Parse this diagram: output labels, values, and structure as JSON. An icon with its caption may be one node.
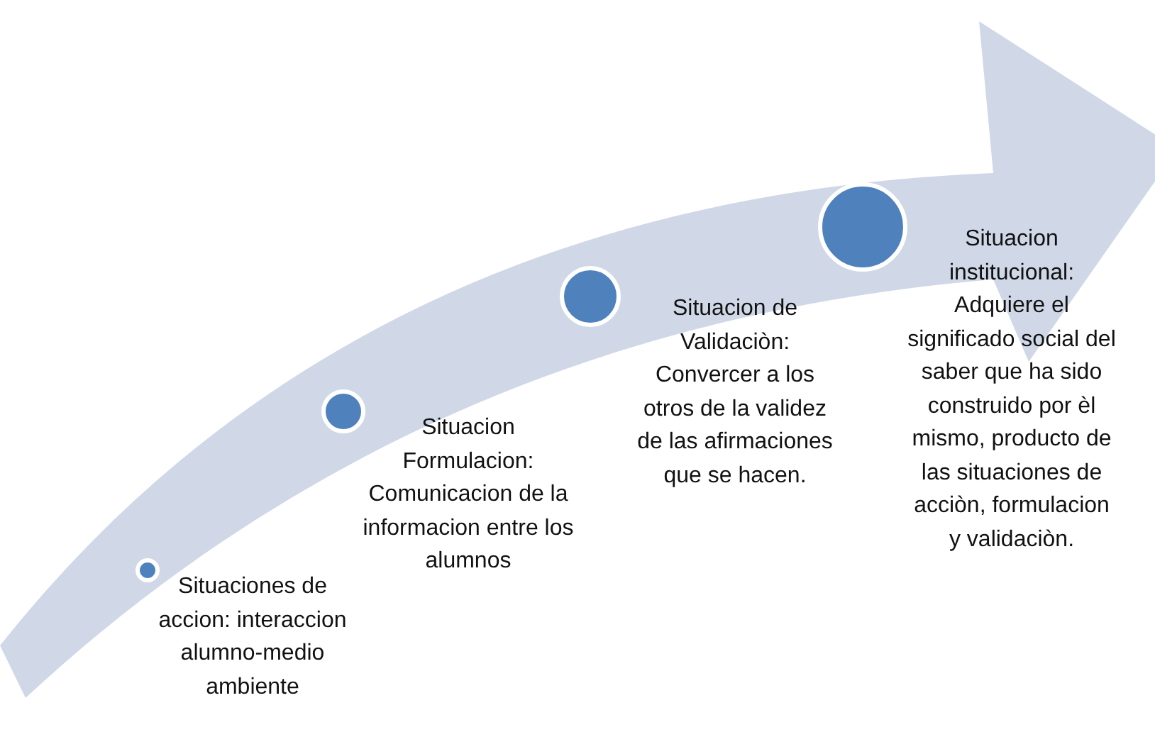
{
  "diagram": {
    "nodes": [
      {
        "text": [],
        "shape": "circle",
        "beside": [
          "Situaciones de accion: interaccion alumno-medio ambiente"
        ]
      },
      {
        "text": [],
        "shape": "circle",
        "beside": [
          "Situacion Formulacion: Comunicacion de la informacion entre los alumnos"
        ]
      },
      {
        "text": [],
        "shape": "circle",
        "beside": [
          "Situacion de Validaciòn: Convercer a los otros de la validez de las afirmaciones que se hacen."
        ]
      },
      {
        "text": [],
        "shape": "circle",
        "beside": [
          "Situacion institucional: Adquiere el significado social del saber que ha sido construido por èl mismo, producto de las situaciones de acciòn, formulacion y validaciòn."
        ]
      }
    ]
  }
}
